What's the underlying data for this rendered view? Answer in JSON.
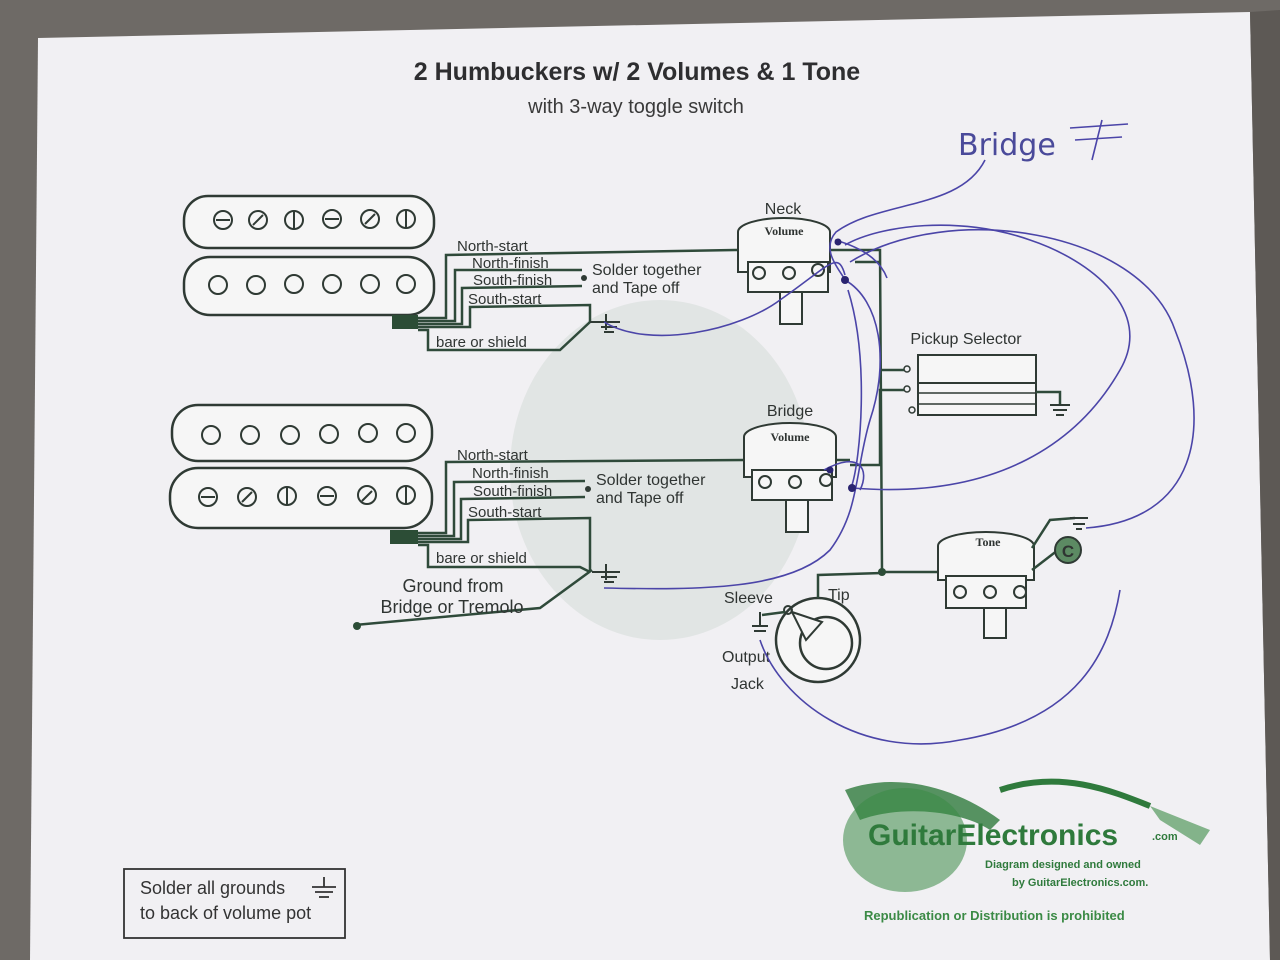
{
  "title": "2 Humbuckers w/ 2 Volumes & 1 Tone",
  "subtitle": "with 3-way toggle switch",
  "handwritten_note": "Bridge",
  "neck_pickup": {
    "wires": [
      "North-start",
      "North-finish",
      "South-finish",
      "South-start"
    ],
    "bare": "bare or shield",
    "solder_note_1": "Solder together",
    "solder_note_2": "and Tape off"
  },
  "bridge_pickup": {
    "wires": [
      "North-start",
      "North-finish",
      "South-finish",
      "South-start"
    ],
    "bare": "bare or shield",
    "solder_note_1": "Solder together",
    "solder_note_2": "and Tape off"
  },
  "ground_note_1": "Ground from",
  "ground_note_2": "Bridge or Tremolo",
  "neck_pot": {
    "heading": "Neck",
    "label": "Volume"
  },
  "bridge_pot": {
    "heading": "Bridge",
    "label": "Volume"
  },
  "tone_pot": {
    "label": "Tone"
  },
  "capacitor": "C",
  "pickup_selector": "Pickup Selector",
  "jack": {
    "sleeve": "Sleeve",
    "tip": "Tip",
    "label_1": "Output",
    "label_2": "Jack"
  },
  "ground_box": {
    "line_1": "Solder all grounds",
    "line_2": "to back of volume pot"
  },
  "logo": {
    "brand": "GuitarElectronics",
    "domain": ".com",
    "line_1": "Diagram designed and owned",
    "line_2": "by GuitarElectronics.com.",
    "notice": "Republication or Distribution is prohibited"
  },
  "colors": {
    "paper": "#f1f0f3",
    "wire": "#2f4a3a",
    "pen": "#4b45a8",
    "brand": "#2f7a3c"
  }
}
